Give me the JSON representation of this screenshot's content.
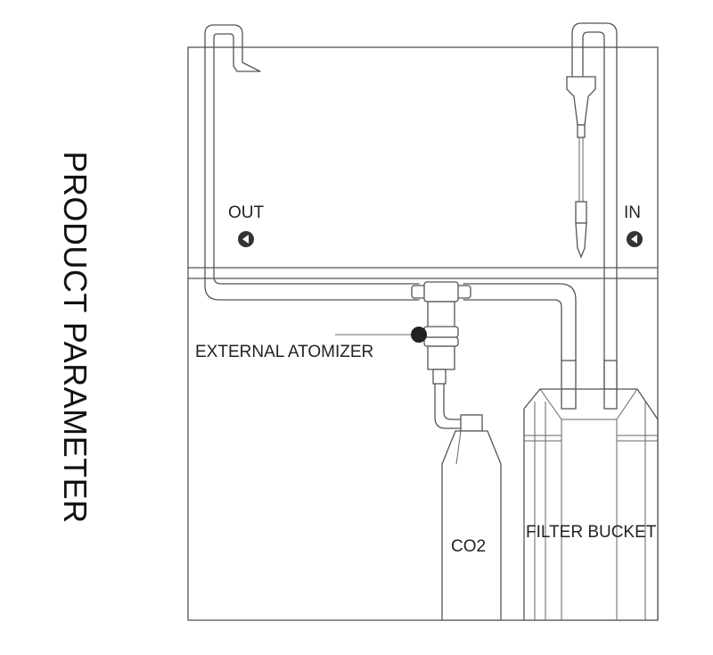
{
  "title": "PRODUCT PARAMETER",
  "labels": {
    "out": "OUT",
    "in": "IN",
    "external_atomizer": "EXTERNAL ATOMIZER",
    "co2": "CO2",
    "filter_bucket": "FILTER BUCKET"
  },
  "icons": {
    "out_marker": "left-arrow-circle-icon",
    "in_marker": "left-arrow-circle-icon",
    "atomizer_pointer": "pointer-dot"
  },
  "colors": {
    "line": "#555555",
    "text": "#222222",
    "marker": "#333333"
  }
}
